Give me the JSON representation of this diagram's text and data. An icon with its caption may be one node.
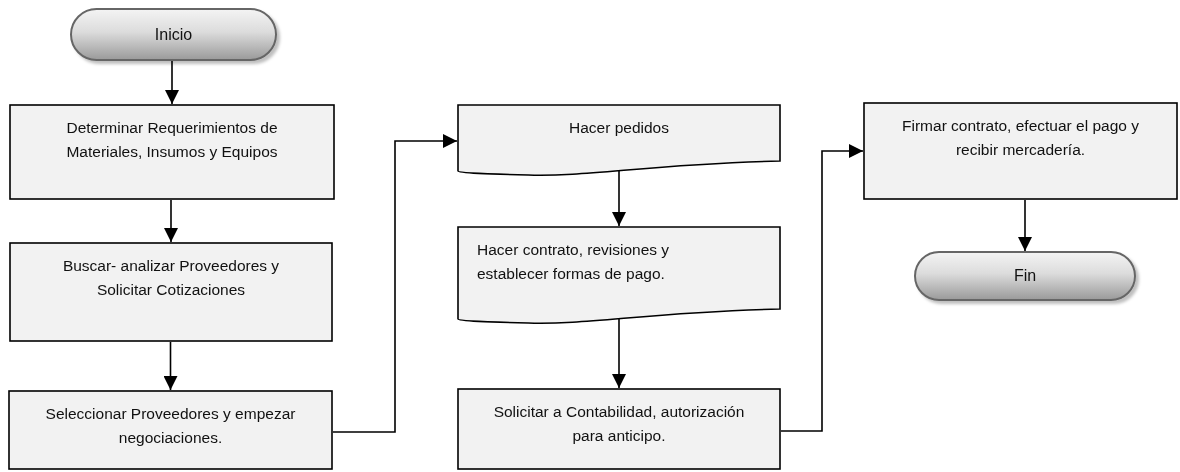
{
  "diagram": {
    "nodes": [
      {
        "text": [
          "Inicio"
        ]
      },
      {
        "text": [
          "Determinar Requerimientos de Materiales, Insumos y Equipos"
        ]
      },
      {
        "text": [
          "Buscar- analizar Proveedores y Solicitar Cotizaciones"
        ]
      },
      {
        "text": [
          "Seleccionar Proveedores y empezar negociaciones."
        ]
      },
      {
        "text": [
          "Hacer pedidos"
        ]
      },
      {
        "text": [
          "Hacer contrato, revisiones y establecer formas de pago."
        ]
      },
      {
        "text": [
          "Solicitar a Contabilidad, autorización para anticipo."
        ]
      },
      {
        "text": [
          "Firmar contrato, efectuar el pago y recibir mercadería."
        ]
      },
      {
        "text": [
          "Fin"
        ]
      }
    ],
    "edges": [
      {
        "from": 0,
        "to": 1,
        "arrow": "to"
      },
      {
        "from": 1,
        "to": 2,
        "arrow": "to"
      },
      {
        "from": 2,
        "to": 3,
        "arrow": "to"
      },
      {
        "from": 3,
        "to": 4,
        "arrow": "to"
      },
      {
        "from": 4,
        "to": 5,
        "arrow": "to"
      },
      {
        "from": 5,
        "to": 6,
        "arrow": "to"
      },
      {
        "from": 6,
        "to": 7,
        "arrow": "to"
      },
      {
        "from": 7,
        "to": 8,
        "arrow": "to"
      }
    ]
  }
}
